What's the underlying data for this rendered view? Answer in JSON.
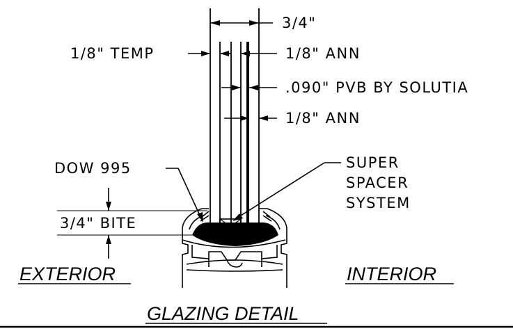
{
  "labels": {
    "overall_thickness": "3/4\"",
    "outer_lite": "1/8\" TEMP",
    "inner_lite_1": "1/8\" ANN",
    "interlayer": ".090\" PVB BY SOLUTIA",
    "inner_lite_2": "1/8\" ANN",
    "sealant": "DOW 995",
    "spacer_line_1": "SUPER",
    "spacer_line_2": "SPACER",
    "spacer_line_3": "SYSTEM",
    "bite": "3/4\" BITE"
  },
  "sides": {
    "exterior": "EXTERIOR",
    "interior": "INTERIOR"
  },
  "title": "GLAZING DETAIL"
}
